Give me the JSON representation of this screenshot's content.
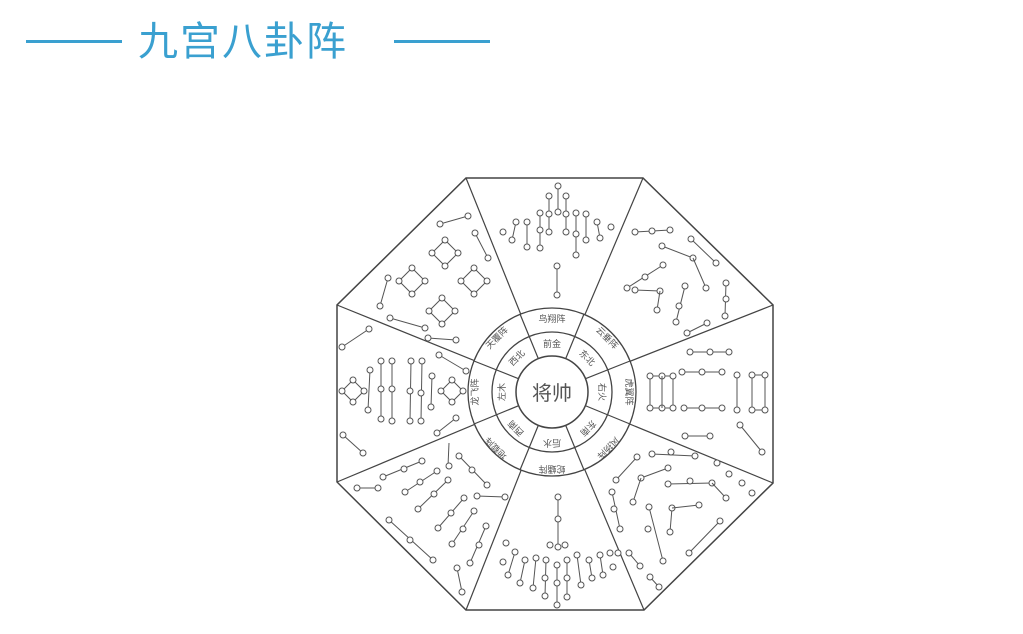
{
  "title": {
    "text": "九宫八卦阵",
    "color": "#3aa0d0"
  },
  "diagram": {
    "center_label": "将帅",
    "outer_formations": [
      {
        "position": "top",
        "label": "鸟翔阵"
      },
      {
        "position": "top-right",
        "label": "云垂阵"
      },
      {
        "position": "right",
        "label": "虎翼阵"
      },
      {
        "position": "bottom-right",
        "label": "风扬阵"
      },
      {
        "position": "bottom",
        "label": "蛇蟠阵"
      },
      {
        "position": "bottom-left",
        "label": "地载阵"
      },
      {
        "position": "left",
        "label": "龙飞阵"
      },
      {
        "position": "top-left",
        "label": "天覆阵"
      }
    ],
    "inner_ring": [
      {
        "position": "top",
        "label": "前金"
      },
      {
        "position": "top-right",
        "label": "东北"
      },
      {
        "position": "right",
        "label": "右火"
      },
      {
        "position": "bottom-right",
        "label": "东南"
      },
      {
        "position": "bottom",
        "label": "后水"
      },
      {
        "position": "bottom-left",
        "label": "西南"
      },
      {
        "position": "left",
        "label": "左木"
      },
      {
        "position": "top-left",
        "label": "西北"
      }
    ],
    "line_color": "#444444"
  }
}
